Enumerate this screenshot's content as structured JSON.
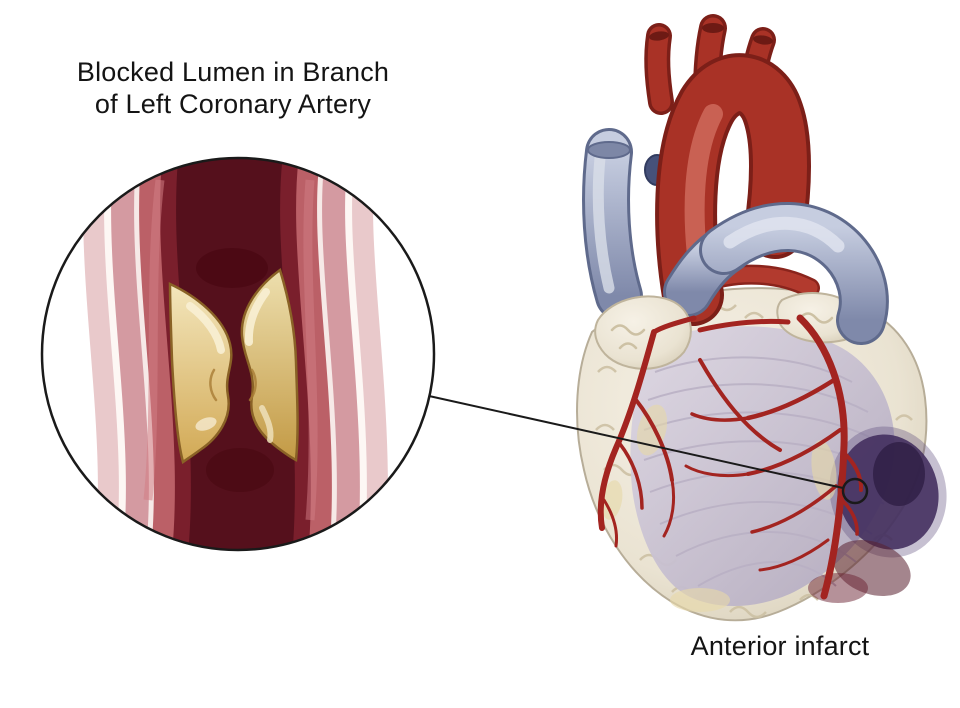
{
  "title": {
    "line1": "Blocked Lumen in Branch",
    "line2": "of Left Coronary Artery"
  },
  "labels": {
    "anterior_infarct": "Anterior infarct"
  },
  "figure_meta": {
    "type": "medical-illustration",
    "main_subject": "heart with anterior infarct",
    "inset_subject": "magnified blocked lumen of left coronary artery branch"
  },
  "colors": {
    "line_black": "#1a1a1a",
    "coronary_red": "#a32420",
    "artery_red": "#a93226",
    "vein_gray_blue": "#99a3c0",
    "plaque_yellow": "#dfc077",
    "lumen_dark_red": "#55101c",
    "infarct_purple": "#44305f",
    "heart_cream": "#ece6d6",
    "myocardium_gray": "#c8c0d0"
  }
}
